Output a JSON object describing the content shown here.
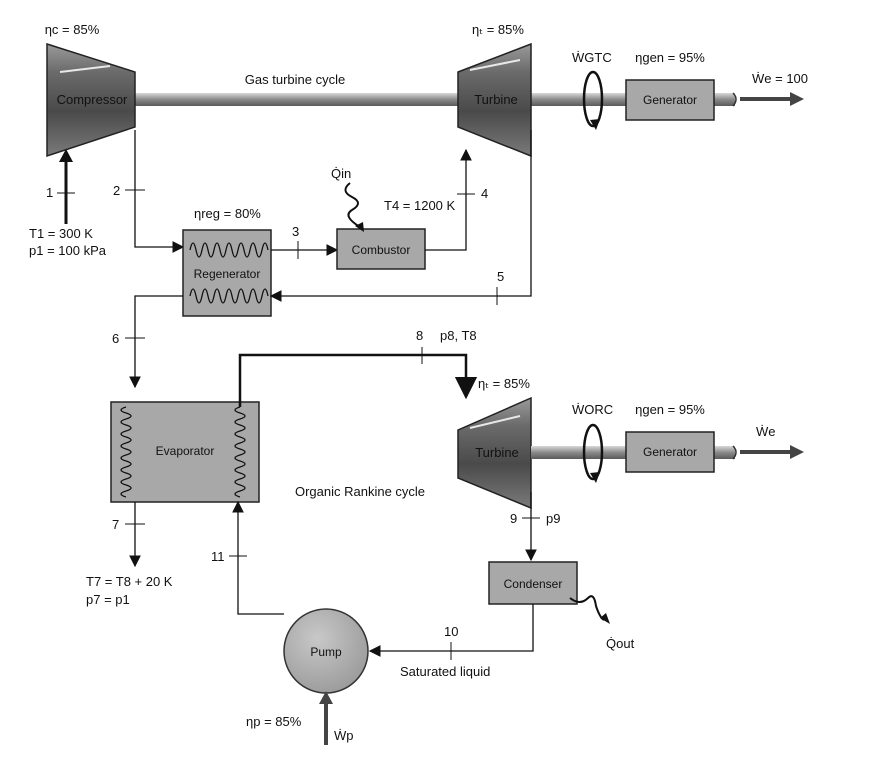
{
  "gas_cycle": {
    "title": "Gas turbine cycle",
    "compressor": {
      "label": "Compressor",
      "efficiency": "ηᴄ = 85%"
    },
    "turbine": {
      "label": "Turbine",
      "efficiency": "ηₜ = 85%"
    },
    "regenerator": {
      "label": "Regenerator",
      "efficiency": "ηreg = 80%"
    },
    "combustor": {
      "label": "Combustor"
    },
    "generator": {
      "label": "Generator",
      "efficiency": "ηgen = 95%"
    },
    "work_label": "ẆGTC",
    "output_label": "Ẇe = 100",
    "heat_in": "Q̇in",
    "inlet_state": {
      "t1": "T1 = 300 K",
      "p1": "p1 = 100 kPa"
    },
    "t4": "T4 = 1200 K"
  },
  "orc": {
    "title": "Organic Rankine cycle",
    "evaporator": {
      "label": "Evaporator"
    },
    "turbine": {
      "label": "Turbine",
      "efficiency": "ηₜ = 85%"
    },
    "generator": {
      "label": "Generator",
      "efficiency": "ηgen = 95%"
    },
    "condenser": {
      "label": "Condenser"
    },
    "pump": {
      "label": "Pump",
      "efficiency": "ηp = 85%"
    },
    "work_label": "ẆORC",
    "output_label": "Ẇe",
    "pump_work": "Ẇp",
    "heat_out": "Q̇out",
    "state8": "p8, T8",
    "state9": "p9",
    "state10": "Saturated liquid",
    "exhaust_state": {
      "t7": "T7 = T8 + 20 K",
      "p7": "p7 = p1"
    }
  },
  "state_points": [
    "1",
    "2",
    "3",
    "4",
    "5",
    "6",
    "7",
    "8",
    "9",
    "10",
    "11"
  ]
}
